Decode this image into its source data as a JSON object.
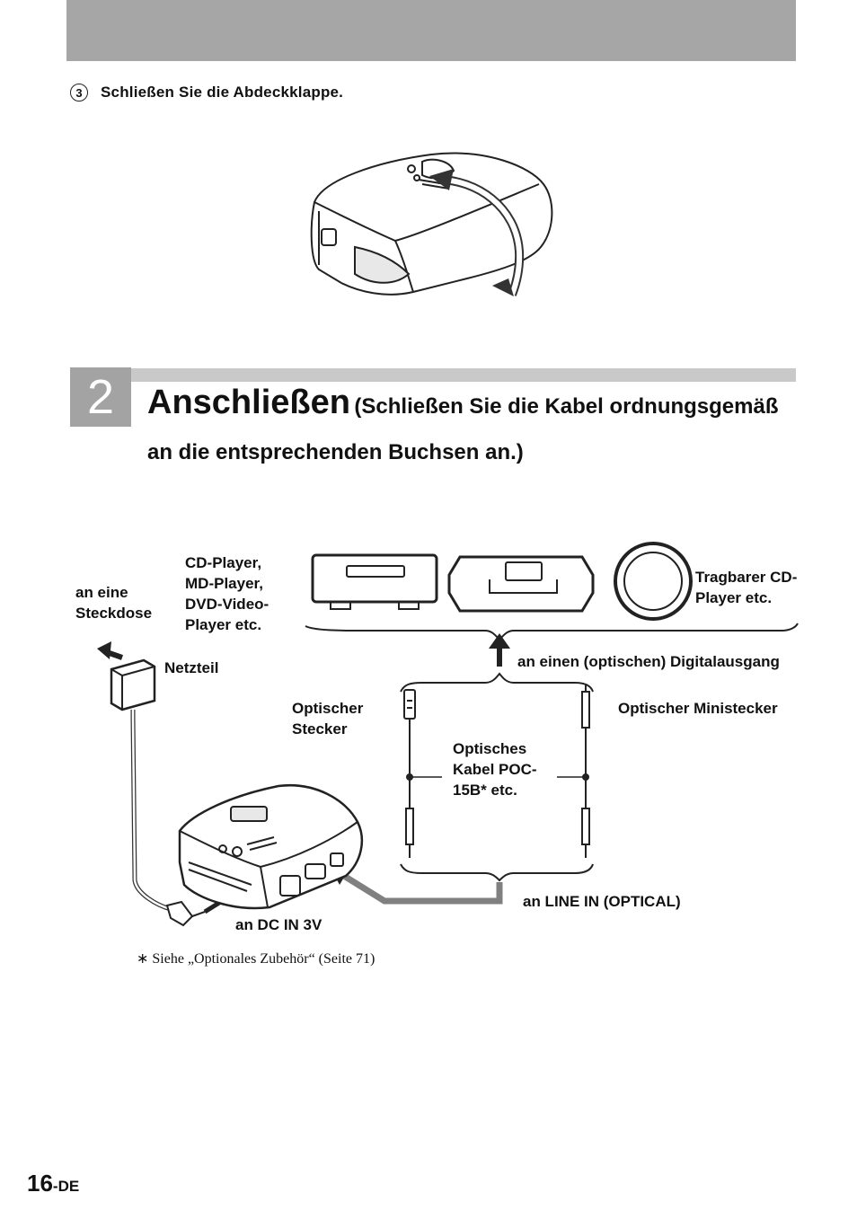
{
  "step": {
    "number": "3",
    "text": "Schließen Sie die Abdeckklappe."
  },
  "section": {
    "number": "2",
    "title": "Anschließen",
    "subtitle": "(Schließen Sie die Kabel ordnungsgemäß an die entsprechenden Buchsen an.)"
  },
  "diagram": {
    "label_outlet": "an eine\nSteckdose",
    "label_players": "CD-Player,\nMD-Player,\nDVD-Video-\nPlayer etc.",
    "label_portable_cd": "Tragbarer CD-\nPlayer etc.",
    "label_adapter": "Netzteil",
    "label_digital_out": "an einen (optischen) Digitalausgang",
    "label_optical_plug": "Optischer\nStecker",
    "label_optical_mini": "Optischer Ministecker",
    "label_cable": "Optisches\nKabel POC-\n15B* etc.",
    "label_dc_in": "an DC IN 3V",
    "label_line_in": "an LINE IN (OPTICAL)"
  },
  "footnote": "∗ Siehe „Optionales Zubehör“ (Seite 71)",
  "page": {
    "number": "16",
    "suffix": "-DE"
  },
  "colors": {
    "header_bar": "#a6a6a6",
    "section_box": "#a3a3a3",
    "section_line": "#c9c9c9",
    "connection_line": "#808080"
  }
}
